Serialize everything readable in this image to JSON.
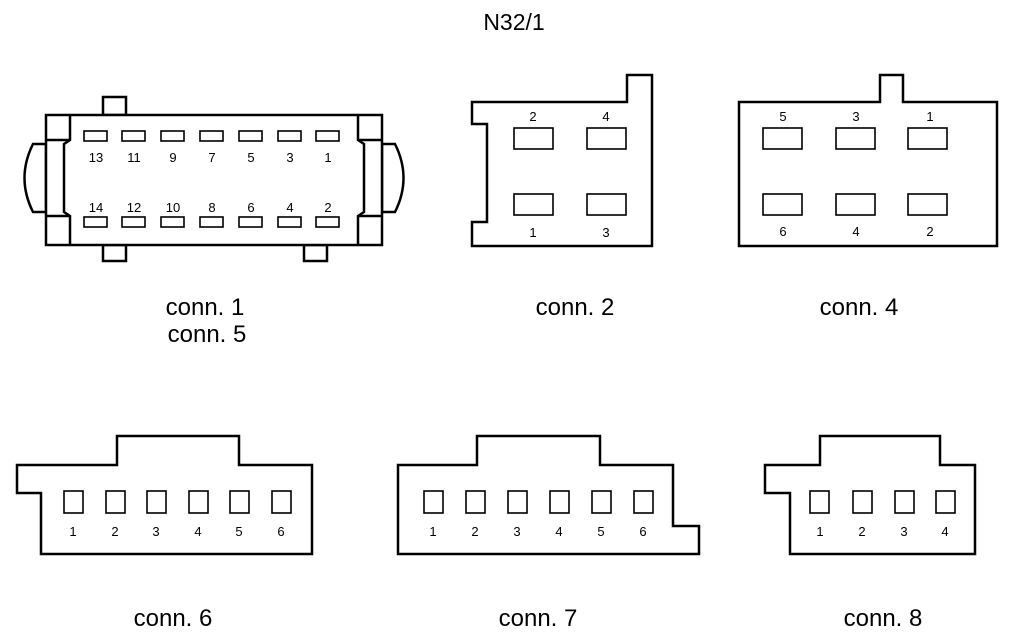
{
  "title": "N32/1",
  "connectors": {
    "c15": {
      "captions": [
        "conn. 1",
        "conn. 5"
      ],
      "top_pins": [
        "13",
        "11",
        "9",
        "7",
        "5",
        "3",
        "1"
      ],
      "bottom_pins": [
        "14",
        "12",
        "10",
        "8",
        "6",
        "4",
        "2"
      ]
    },
    "c2": {
      "caption": "conn. 2",
      "top_pins": [
        "2",
        "4"
      ],
      "bottom_pins": [
        "1",
        "3"
      ]
    },
    "c4": {
      "caption": "conn. 4",
      "top_pins": [
        "5",
        "3",
        "1"
      ],
      "bottom_pins": [
        "6",
        "4",
        "2"
      ]
    },
    "c6": {
      "caption": "conn. 6",
      "pins": [
        "1",
        "2",
        "3",
        "4",
        "5",
        "6"
      ]
    },
    "c7": {
      "caption": "conn. 7",
      "pins": [
        "1",
        "2",
        "3",
        "4",
        "5",
        "6"
      ]
    },
    "c8": {
      "caption": "conn. 8",
      "pins": [
        "1",
        "2",
        "3",
        "4"
      ]
    }
  }
}
